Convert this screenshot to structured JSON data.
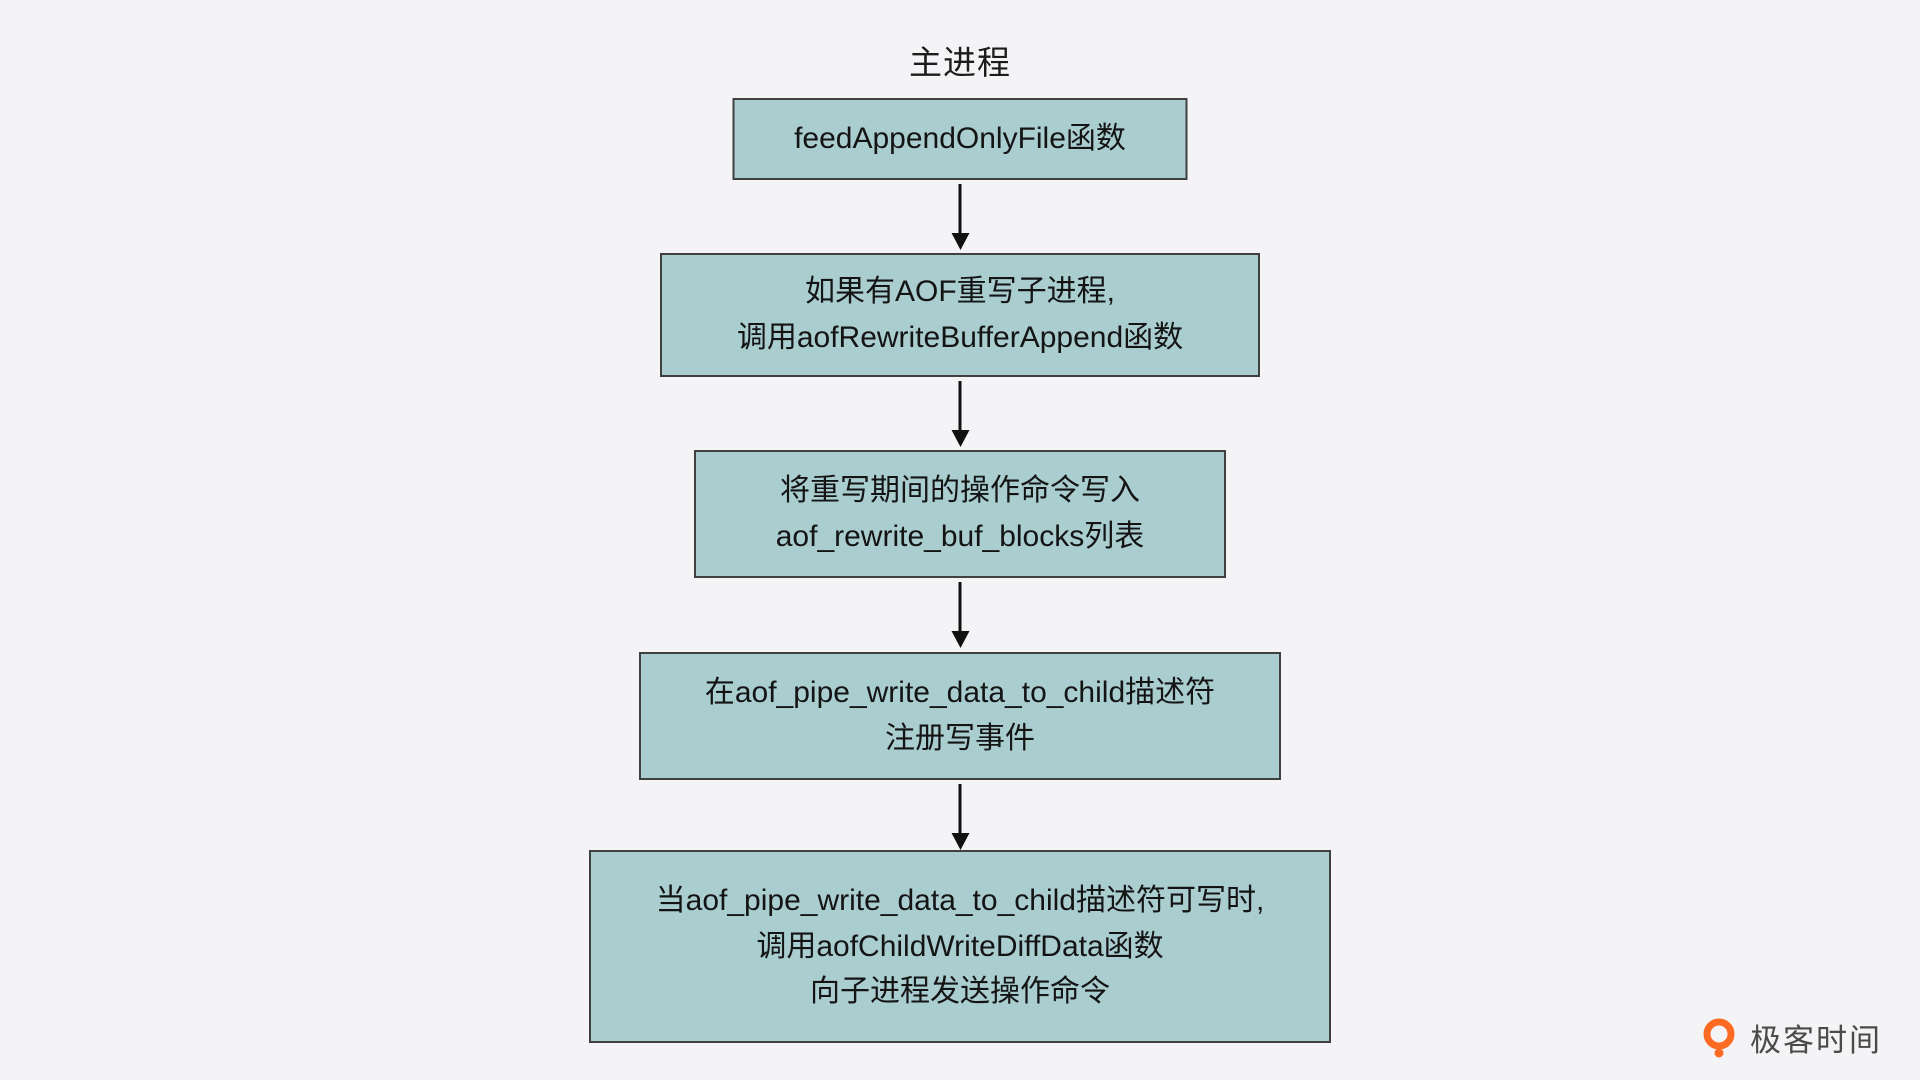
{
  "flowchart": {
    "title": "主进程",
    "nodes": [
      {
        "lines": [
          "feedAppendOnlyFile函数"
        ]
      },
      {
        "lines": [
          "如果有AOF重写子进程,",
          "调用aofRewriteBufferAppend函数"
        ]
      },
      {
        "lines": [
          "将重写期间的操作命令写入",
          "aof_rewrite_buf_blocks列表"
        ]
      },
      {
        "lines": [
          "在aof_pipe_write_data_to_child描述符",
          "注册写事件"
        ]
      },
      {
        "lines": [
          "当aof_pipe_write_data_to_child描述符可写时,",
          "调用aofChildWriteDiffData函数",
          "向子进程发送操作命令"
        ]
      }
    ],
    "colors": {
      "background": "#f4f4f6",
      "node_fill": "#aacdd0",
      "node_border": "#404040",
      "arrow": "#111111",
      "text": "#141414"
    }
  },
  "branding": {
    "logo_text": "极客时间",
    "logo_color": "#fc6b21"
  }
}
